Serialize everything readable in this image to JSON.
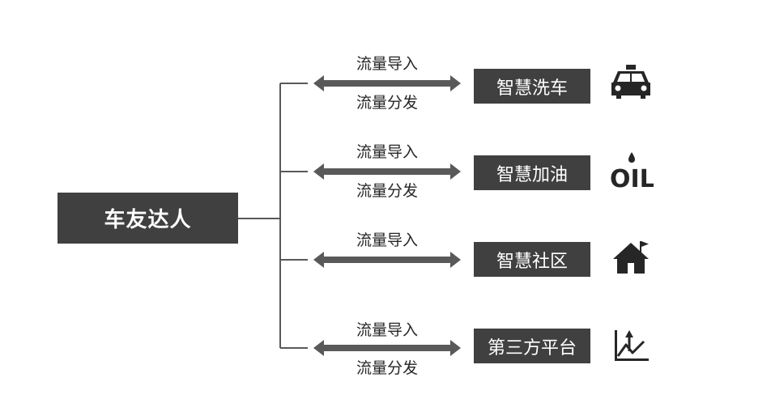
{
  "root": {
    "label": "车友达人"
  },
  "branches": [
    {
      "label": "智慧洗车",
      "inbound": "流量导入",
      "outbound": "流量分发",
      "icon": "taxi-icon"
    },
    {
      "label": "智慧加油",
      "inbound": "流量导入",
      "outbound": "流量分发",
      "icon": "oil-icon",
      "icon_text": "OIL"
    },
    {
      "label": "智慧社区",
      "inbound": "流量导入",
      "outbound": "",
      "icon": "house-flag-icon"
    },
    {
      "label": "第三方平台",
      "inbound": "流量导入",
      "outbound": "流量分发",
      "icon": "growth-chart-icon"
    }
  ],
  "colors": {
    "box_fill": "#404040",
    "box_text": "#ffffff",
    "line": "#595959",
    "arrow": "#595959",
    "label_text": "#262626",
    "icon": "#262626"
  }
}
